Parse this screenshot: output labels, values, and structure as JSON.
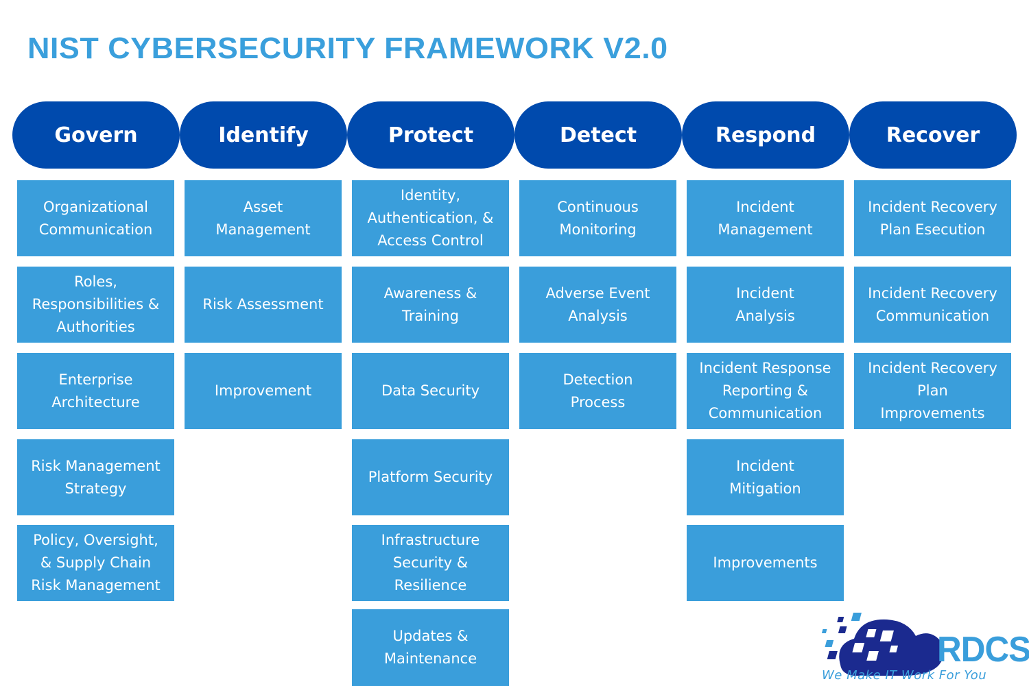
{
  "title": "NIST CYBERSECURITY FRAMEWORK V2.0",
  "colors": {
    "title": "#3a9fdc",
    "function_header": "#004aad",
    "category_box": "#3a9edb",
    "text_on_box": "#ffffff",
    "logo_dark": "#1b2a8f",
    "logo_light": "#3a9edb"
  },
  "functions": [
    {
      "name": "Govern",
      "categories": [
        "Organizational Communication",
        "Roles, Responsibilities & Authorities",
        "Enterprise Architecture",
        "Risk Management Strategy",
        "Policy, Oversight, & Supply Chain Risk Management"
      ]
    },
    {
      "name": "Identify",
      "categories": [
        "Asset Management",
        "Risk Assessment",
        "Improvement"
      ]
    },
    {
      "name": "Protect",
      "categories": [
        "Identity, Authentication, & Access Control",
        "Awareness & Training",
        "Data Security",
        "Platform Security",
        "Infrastructure Security & Resilience",
        "Updates & Maintenance"
      ]
    },
    {
      "name": "Detect",
      "categories": [
        "Continuous Monitoring",
        "Adverse Event Analysis",
        "Detection Process"
      ]
    },
    {
      "name": "Respond",
      "categories": [
        "Incident Management",
        "Incident Analysis",
        "Incident Response Reporting & Communication",
        "Incident Mitigation",
        "Improvements"
      ]
    },
    {
      "name": "Recover",
      "categories": [
        "Incident Recovery Plan Esecution",
        "Incident Recovery Communication",
        "Incident Recovery Plan Improvements"
      ]
    }
  ],
  "box_lines": {
    "0": [
      [
        "Organizational",
        "Communication"
      ],
      [
        "Roles,",
        "Responsibilities &",
        "Authorities"
      ],
      [
        "Enterprise",
        "Architecture"
      ],
      [
        "Risk Management",
        "Strategy"
      ],
      [
        "Policy, Oversight,",
        "& Supply Chain",
        "Risk Management"
      ]
    ],
    "1": [
      [
        "Asset",
        "Management"
      ],
      [
        "Risk Assessment"
      ],
      [
        "Improvement"
      ]
    ],
    "2": [
      [
        "Identity,",
        "Authentication, &",
        "Access Control"
      ],
      [
        "Awareness &",
        "Training"
      ],
      [
        "Data Security"
      ],
      [
        "Platform Security"
      ],
      [
        "Infrastructure",
        "Security &",
        "Resilience"
      ],
      [
        "Updates &",
        "Maintenance"
      ]
    ],
    "3": [
      [
        "Continuous",
        "Monitoring"
      ],
      [
        "Adverse Event",
        "Analysis"
      ],
      [
        "Detection",
        "Process"
      ]
    ],
    "4": [
      [
        "Incident",
        "Management"
      ],
      [
        "Incident",
        "Analysis"
      ],
      [
        "Incident Response",
        "Reporting &",
        "Communication"
      ],
      [
        "Incident",
        "Mitigation"
      ],
      [
        "Improvements"
      ]
    ],
    "5": [
      [
        "Incident Recovery",
        "Plan Esecution"
      ],
      [
        "Incident Recovery",
        "Communication"
      ],
      [
        "Incident Recovery",
        "Plan",
        "Improvements"
      ]
    ]
  },
  "logo": {
    "name": "RDCS",
    "tagline": "We Make IT Work For You",
    "icon": "cloud-pixel-icon"
  }
}
